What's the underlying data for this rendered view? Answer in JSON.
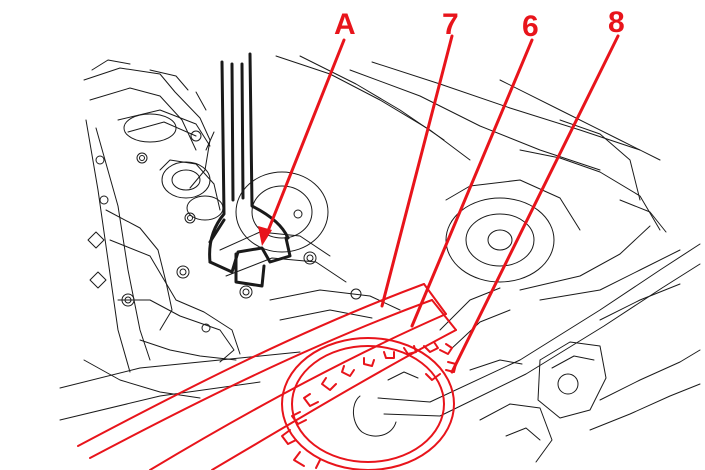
{
  "callouts": {
    "a": "A",
    "seven": "7",
    "six": "6",
    "eight": "8"
  },
  "colors": {
    "callout": "#e8141b",
    "linework": "#1a1a1a",
    "highlight": "#e8141b",
    "background": "#ffffff"
  }
}
